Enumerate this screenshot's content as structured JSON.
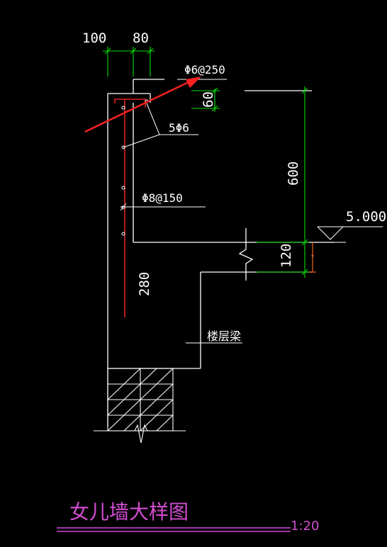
{
  "drawing": {
    "title": "女儿墙大样图",
    "scale": "1:20",
    "dimensions": {
      "d100": "100",
      "d80": "80",
      "d60": "60",
      "d600": "600",
      "d120": "120",
      "d280": "280"
    },
    "labels": {
      "top_rebar": "Φ6@250",
      "long_rebar": "5Φ6",
      "stirrup": "Φ8@150",
      "beam": "楼层梁"
    },
    "elevation": "5.000"
  },
  "colors": {
    "background": "#000000",
    "outline": "#ffffff",
    "dimension": "#00e000",
    "rebar": "#e02020",
    "arrow": "#ff2020",
    "title": "#d14dd1"
  }
}
